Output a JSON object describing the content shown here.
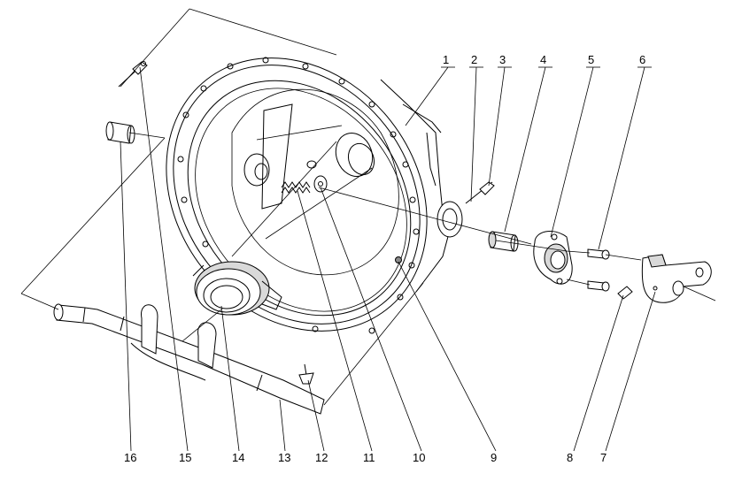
{
  "figure": {
    "kind": "exploded-assembly-drawing",
    "line_color": "#000000",
    "background": "#ffffff"
  },
  "callouts": [
    {
      "id": "1",
      "text": "1"
    },
    {
      "id": "2",
      "text": "2"
    },
    {
      "id": "3",
      "text": "3"
    },
    {
      "id": "4",
      "text": "4"
    },
    {
      "id": "5",
      "text": "5"
    },
    {
      "id": "6",
      "text": "6"
    },
    {
      "id": "7",
      "text": "7"
    },
    {
      "id": "8",
      "text": "8"
    },
    {
      "id": "9",
      "text": "9"
    },
    {
      "id": "10",
      "text": "10"
    },
    {
      "id": "11",
      "text": "11"
    },
    {
      "id": "12",
      "text": "12"
    },
    {
      "id": "13",
      "text": "13"
    },
    {
      "id": "14",
      "text": "14"
    },
    {
      "id": "15",
      "text": "15"
    },
    {
      "id": "16",
      "text": "16"
    }
  ]
}
